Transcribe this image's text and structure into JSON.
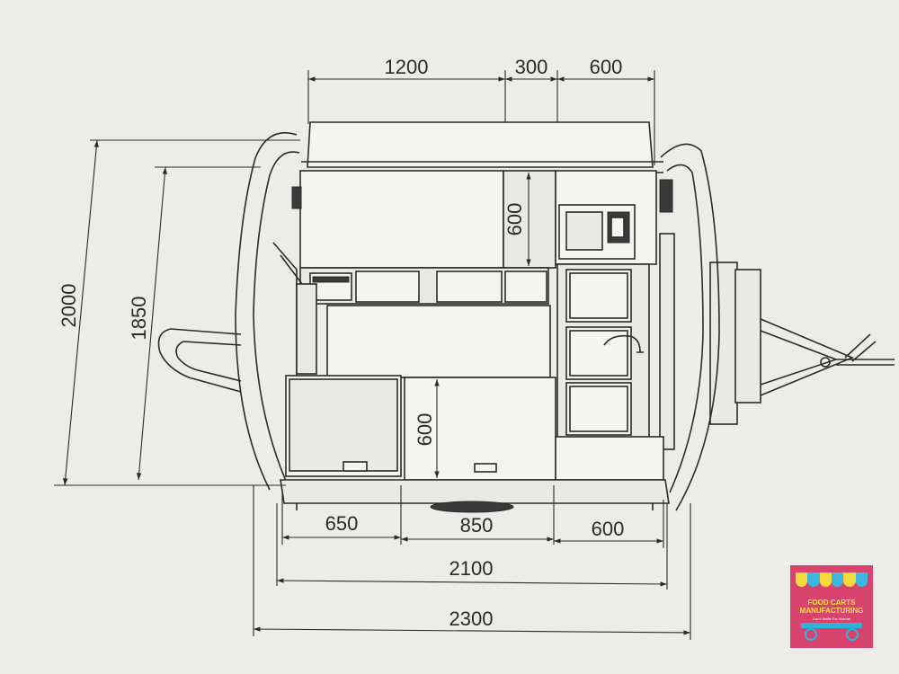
{
  "dimensions": {
    "top_left_width": "1200",
    "top_mid_width": "300",
    "top_right_width": "600",
    "overall_height": "2000",
    "inner_height": "1850",
    "upper_cabinet_depth": "600",
    "lower_cabinet_depth": "600",
    "bottom_left_width": "650",
    "bottom_mid_width": "850",
    "bottom_right_width": "600",
    "body_width": "2100",
    "overall_width": "2300"
  },
  "logo": {
    "line1": "FOOD CARTS",
    "line2": "MANUFACTURING",
    "line3": "Don't Settle For Normal",
    "awning_colors": [
      "#f7d93c",
      "#3bb7e0",
      "#f7d93c",
      "#3bb7e0",
      "#f7d93c",
      "#3bb7e0"
    ],
    "background": "#d8436e"
  }
}
